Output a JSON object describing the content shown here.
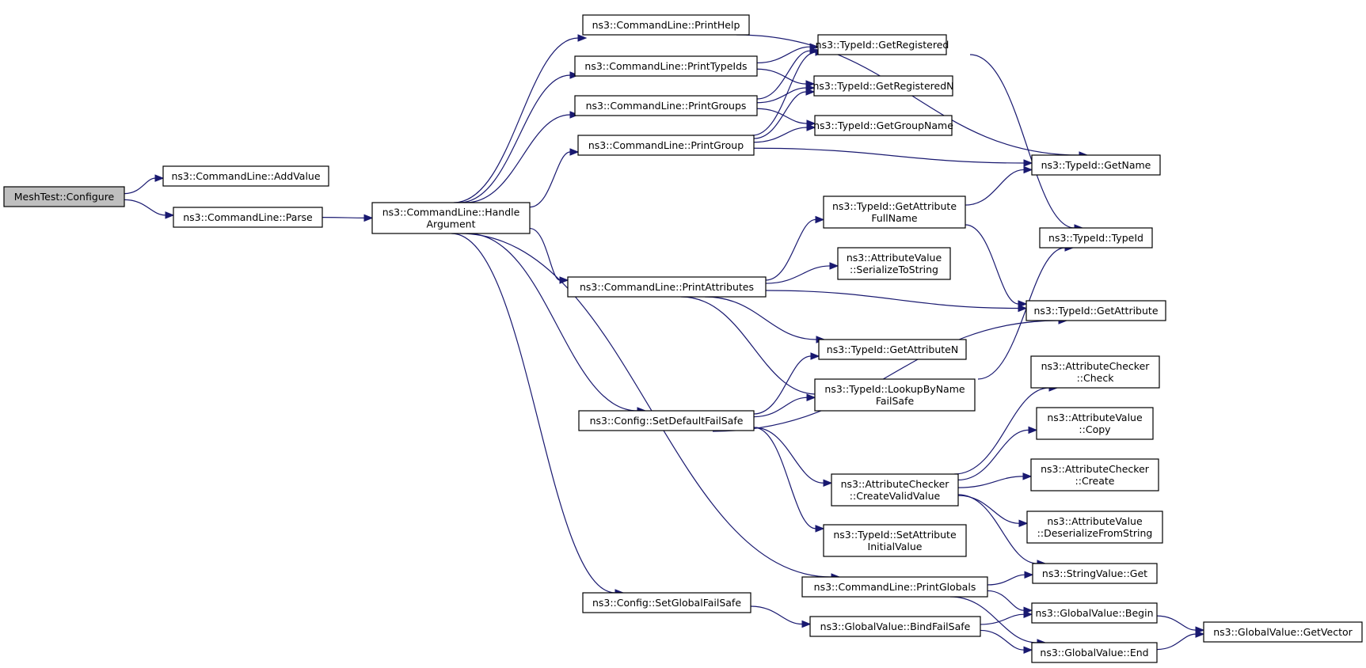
{
  "diagram": {
    "colors": {
      "edge": "#191970",
      "root_fill": "#bfbfbf",
      "node_fill": "#ffffff",
      "border": "#000000"
    },
    "nodes": [
      {
        "id": "root",
        "lines": [
          "MeshTest::Configure"
        ],
        "root": true
      },
      {
        "id": "addvalue",
        "lines": [
          "ns3::CommandLine::AddValue"
        ]
      },
      {
        "id": "parse",
        "lines": [
          "ns3::CommandLine::Parse"
        ]
      },
      {
        "id": "handle",
        "lines": [
          "ns3::CommandLine::Handle",
          "Argument"
        ]
      },
      {
        "id": "printhelp",
        "lines": [
          "ns3::CommandLine::PrintHelp"
        ]
      },
      {
        "id": "printtypeids",
        "lines": [
          "ns3::CommandLine::PrintTypeIds"
        ]
      },
      {
        "id": "printgroups",
        "lines": [
          "ns3::CommandLine::PrintGroups"
        ]
      },
      {
        "id": "printgroup",
        "lines": [
          "ns3::CommandLine::PrintGroup"
        ]
      },
      {
        "id": "printattributes",
        "lines": [
          "ns3::CommandLine::PrintAttributes"
        ]
      },
      {
        "id": "setdefault",
        "lines": [
          "ns3::Config::SetDefaultFailSafe"
        ]
      },
      {
        "id": "setglobal",
        "lines": [
          "ns3::Config::SetGlobalFailSafe"
        ]
      },
      {
        "id": "getregistered",
        "lines": [
          "ns3::TypeId::GetRegistered"
        ]
      },
      {
        "id": "getregisteredn",
        "lines": [
          "ns3::TypeId::GetRegisteredN"
        ]
      },
      {
        "id": "getgroupname",
        "lines": [
          "ns3::TypeId::GetGroupName"
        ]
      },
      {
        "id": "getattrfullname",
        "lines": [
          "ns3::TypeId::GetAttribute",
          "FullName"
        ]
      },
      {
        "id": "serializetostring",
        "lines": [
          "ns3::AttributeValue",
          "::SerializeToString"
        ]
      },
      {
        "id": "getattributen",
        "lines": [
          "ns3::TypeId::GetAttributeN"
        ]
      },
      {
        "id": "lookupbyname",
        "lines": [
          "ns3::TypeId::LookupByName",
          "FailSafe"
        ]
      },
      {
        "id": "createvalid",
        "lines": [
          "ns3::AttributeChecker",
          "::CreateValidValue"
        ]
      },
      {
        "id": "setattrinit",
        "lines": [
          "ns3::TypeId::SetAttribute",
          "InitialValue"
        ]
      },
      {
        "id": "printglobals",
        "lines": [
          "ns3::CommandLine::PrintGlobals"
        ]
      },
      {
        "id": "bindfailsafe",
        "lines": [
          "ns3::GlobalValue::BindFailSafe"
        ]
      },
      {
        "id": "getname",
        "lines": [
          "ns3::TypeId::GetName"
        ]
      },
      {
        "id": "typeid",
        "lines": [
          "ns3::TypeId::TypeId"
        ]
      },
      {
        "id": "getattribute",
        "lines": [
          "ns3::TypeId::GetAttribute"
        ]
      },
      {
        "id": "check",
        "lines": [
          "ns3::AttributeChecker",
          "::Check"
        ]
      },
      {
        "id": "copy",
        "lines": [
          "ns3::AttributeValue",
          "::Copy"
        ]
      },
      {
        "id": "create",
        "lines": [
          "ns3::AttributeChecker",
          "::Create"
        ]
      },
      {
        "id": "deserialize",
        "lines": [
          "ns3::AttributeValue",
          "::DeserializeFromString"
        ]
      },
      {
        "id": "stringget",
        "lines": [
          "ns3::StringValue::Get"
        ]
      },
      {
        "id": "begin",
        "lines": [
          "ns3::GlobalValue::Begin"
        ]
      },
      {
        "id": "end",
        "lines": [
          "ns3::GlobalValue::End"
        ]
      },
      {
        "id": "getvector",
        "lines": [
          "ns3::GlobalValue::GetVector"
        ]
      }
    ],
    "edges": [
      [
        "root",
        "addvalue"
      ],
      [
        "root",
        "parse"
      ],
      [
        "parse",
        "handle"
      ],
      [
        "handle",
        "printhelp"
      ],
      [
        "handle",
        "printtypeids"
      ],
      [
        "handle",
        "printgroups"
      ],
      [
        "handle",
        "printgroup"
      ],
      [
        "handle",
        "printattributes"
      ],
      [
        "handle",
        "setdefault"
      ],
      [
        "handle",
        "setglobal"
      ],
      [
        "handle",
        "printglobals"
      ],
      [
        "printhelp",
        "getname"
      ],
      [
        "printtypeids",
        "getregistered"
      ],
      [
        "printtypeids",
        "getregisteredn"
      ],
      [
        "printgroups",
        "getregistered"
      ],
      [
        "printgroups",
        "getregisteredn"
      ],
      [
        "printgroups",
        "getgroupname"
      ],
      [
        "printgroup",
        "getregistered"
      ],
      [
        "printgroup",
        "getregisteredn"
      ],
      [
        "printgroup",
        "getgroupname"
      ],
      [
        "printgroup",
        "getname"
      ],
      [
        "getregistered",
        "typeid"
      ],
      [
        "printattributes",
        "getattrfullname"
      ],
      [
        "printattributes",
        "serializetostring"
      ],
      [
        "printattributes",
        "getattribute"
      ],
      [
        "printattributes",
        "getattributen"
      ],
      [
        "printattributes",
        "lookupbyname"
      ],
      [
        "getattrfullname",
        "getname"
      ],
      [
        "getattrfullname",
        "getattribute"
      ],
      [
        "setdefault",
        "getattributen"
      ],
      [
        "setdefault",
        "lookupbyname"
      ],
      [
        "setdefault",
        "getattribute"
      ],
      [
        "setdefault",
        "createvalid"
      ],
      [
        "setdefault",
        "setattrinit"
      ],
      [
        "lookupbyname",
        "typeid"
      ],
      [
        "createvalid",
        "check"
      ],
      [
        "createvalid",
        "copy"
      ],
      [
        "createvalid",
        "create"
      ],
      [
        "createvalid",
        "deserialize"
      ],
      [
        "createvalid",
        "stringget"
      ],
      [
        "printglobals",
        "stringget"
      ],
      [
        "printglobals",
        "begin"
      ],
      [
        "printglobals",
        "end"
      ],
      [
        "setglobal",
        "bindfailsafe"
      ],
      [
        "bindfailsafe",
        "begin"
      ],
      [
        "bindfailsafe",
        "end"
      ],
      [
        "begin",
        "getvector"
      ],
      [
        "end",
        "getvector"
      ]
    ]
  }
}
